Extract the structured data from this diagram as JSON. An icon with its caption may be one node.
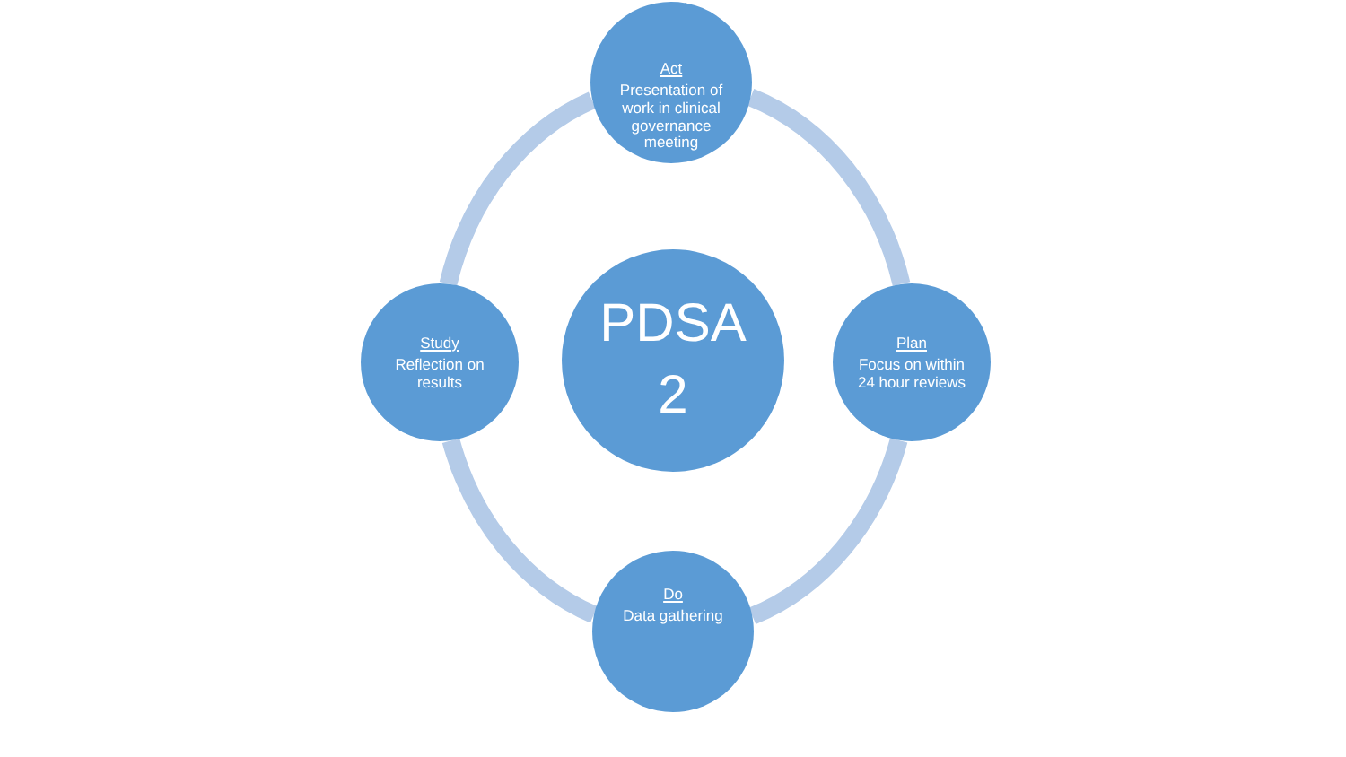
{
  "diagram": {
    "nodes": [
      {
        "text": [
          "Act",
          "Presentation of work in clinical governance meeting"
        ]
      },
      {
        "text": [
          "Study",
          "Reflection on results"
        ]
      },
      {
        "text": [
          "PDSA 2"
        ]
      },
      {
        "text": [
          "Plan",
          "Focus on within 24 hour reviews"
        ]
      },
      {
        "text": [
          "Do",
          "Data gathering"
        ]
      }
    ],
    "edges": [
      {
        "from": 0,
        "to": 3,
        "arrow": "none"
      },
      {
        "from": 3,
        "to": 4,
        "arrow": "none"
      },
      {
        "from": 4,
        "to": 1,
        "arrow": "none"
      },
      {
        "from": 1,
        "to": 0,
        "arrow": "none"
      }
    ]
  }
}
